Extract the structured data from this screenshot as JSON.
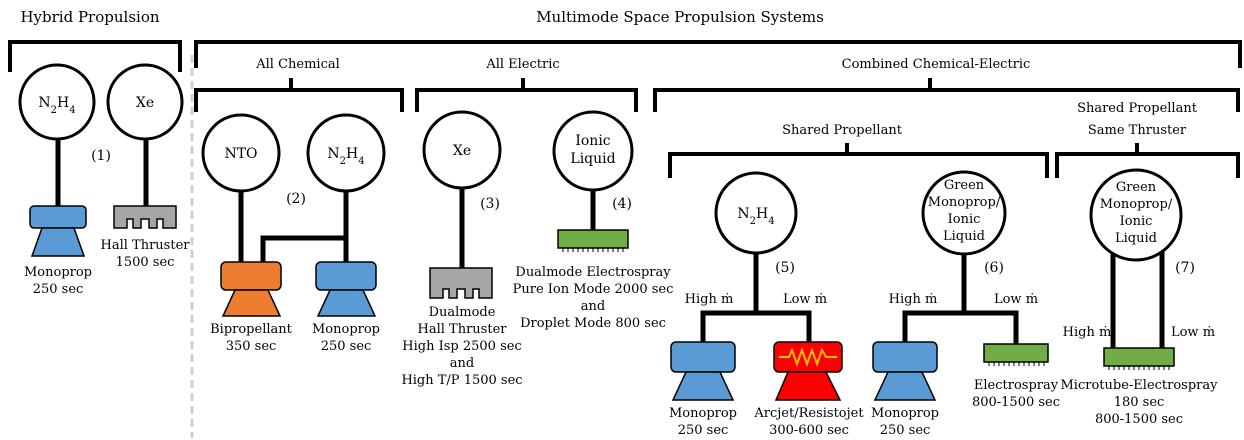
{
  "headers": {
    "hybrid": "Hybrid Propulsion",
    "multimode": "Multimode Space Propulsion Systems",
    "all_chemical": "All Chemical",
    "all_electric": "All Electric",
    "combined": "Combined Chemical-Electric",
    "shared_propellant": "Shared Propellant",
    "shared_same_thruster_1": "Shared Propellant",
    "shared_same_thruster_2": "Same Thruster"
  },
  "tanks": {
    "n2h4_1": "N2H4",
    "xe_1": "Xe",
    "nto": "NTO",
    "n2h4_2": "N2H4",
    "xe_2": "Xe",
    "ionic_1": "Ionic",
    "ionic_2": "Liquid",
    "n2h4_3": "N2H4",
    "gm_a1": "Green",
    "gm_a2": "Monoprop/",
    "gm_a3": "Ionic",
    "gm_a4": "Liquid",
    "gm_b1": "Green",
    "gm_b2": "Monoprop/",
    "gm_b3": "Ionic",
    "gm_b4": "Liquid"
  },
  "numbers": {
    "n1": "(1)",
    "n2": "(2)",
    "n3": "(3)",
    "n4": "(4)",
    "n5": "(5)",
    "n6": "(6)",
    "n7": "(7)"
  },
  "flow": {
    "high": "High ṁ",
    "low": "Low ṁ"
  },
  "labels": {
    "monoprop_1a": "Monoprop",
    "monoprop_1b": "250 sec",
    "hall_1a": "Hall Thruster",
    "hall_1b": "1500 sec",
    "biprop_a": "Bipropellant",
    "biprop_b": "350 sec",
    "monoprop_2a": "Monoprop",
    "monoprop_2b": "250 sec",
    "dm_hall_a": "Dualmode",
    "dm_hall_b": "Hall Thruster",
    "dm_hall_c": "High Isp 2500 sec",
    "dm_hall_d": "and",
    "dm_hall_e": "High T/P 1500 sec",
    "dm_es_a": "Dualmode Electrospray",
    "dm_es_b": "Pure Ion Mode 2000 sec",
    "dm_es_c": "and",
    "dm_es_d": "Droplet Mode 800 sec",
    "monoprop_5a": "Monoprop",
    "monoprop_5b": "250 sec",
    "arcjet_a": "Arcjet/Resistojet",
    "arcjet_b": "300-600 sec",
    "monoprop_6a": "Monoprop",
    "monoprop_6b": "250 sec",
    "es_6a": "Electrospray",
    "es_6b": "800-1500 sec",
    "mt_a": "Microtube-Electrospray",
    "mt_b": "180 sec",
    "mt_c": "800-1500 sec"
  },
  "colors": {
    "monoprop": "#5b9bd5",
    "biprop": "#ed7d31",
    "hall": "#a6a6a6",
    "electrospray": "#70ad47",
    "arcjet": "#ff0000",
    "line": "#000000",
    "divider": "#d0d0d0"
  }
}
